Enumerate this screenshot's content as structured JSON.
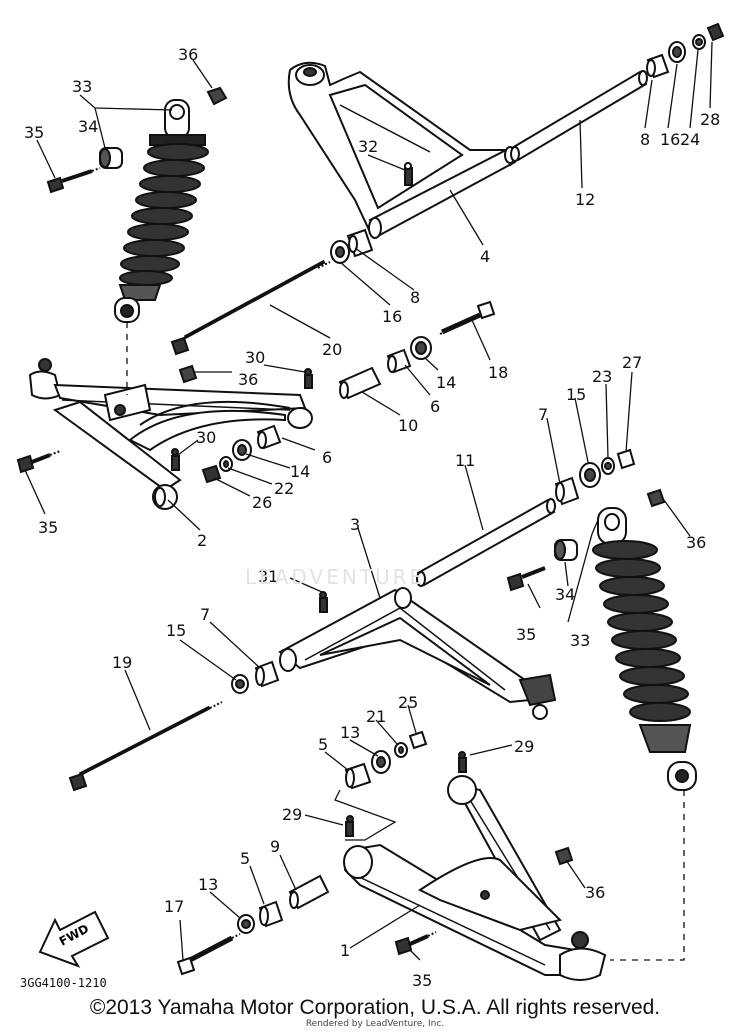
{
  "callouts": [
    {
      "id": "36",
      "label": "36"
    },
    {
      "id": "33a",
      "label": "33"
    },
    {
      "id": "35a",
      "label": "35"
    },
    {
      "id": "34a",
      "label": "34"
    },
    {
      "id": "8a",
      "label": "8"
    },
    {
      "id": "16a",
      "label": "16"
    },
    {
      "id": "24",
      "label": "24"
    },
    {
      "id": "28",
      "label": "28"
    },
    {
      "id": "32",
      "label": "32"
    },
    {
      "id": "12",
      "label": "12"
    },
    {
      "id": "4",
      "label": "4"
    },
    {
      "id": "8b",
      "label": "8"
    },
    {
      "id": "16b",
      "label": "16"
    },
    {
      "id": "20",
      "label": "20"
    },
    {
      "id": "18",
      "label": "18"
    },
    {
      "id": "30a",
      "label": "30"
    },
    {
      "id": "36b",
      "label": "36"
    },
    {
      "id": "14a",
      "label": "14"
    },
    {
      "id": "6a",
      "label": "6"
    },
    {
      "id": "10",
      "label": "10"
    },
    {
      "id": "30b",
      "label": "30"
    },
    {
      "id": "6b",
      "label": "6"
    },
    {
      "id": "14b",
      "label": "14"
    },
    {
      "id": "22",
      "label": "22"
    },
    {
      "id": "26",
      "label": "26"
    },
    {
      "id": "35b",
      "label": "35"
    },
    {
      "id": "2",
      "label": "2"
    },
    {
      "id": "27",
      "label": "27"
    },
    {
      "id": "23",
      "label": "23"
    },
    {
      "id": "15a",
      "label": "15"
    },
    {
      "id": "7a",
      "label": "7"
    },
    {
      "id": "11",
      "label": "11"
    },
    {
      "id": "36c",
      "label": "36"
    },
    {
      "id": "3",
      "label": "3"
    },
    {
      "id": "31",
      "label": "31"
    },
    {
      "id": "34b",
      "label": "34"
    },
    {
      "id": "35c",
      "label": "35"
    },
    {
      "id": "33b",
      "label": "33"
    },
    {
      "id": "15b",
      "label": "15"
    },
    {
      "id": "7b",
      "label": "7"
    },
    {
      "id": "19",
      "label": "19"
    },
    {
      "id": "25",
      "label": "25"
    },
    {
      "id": "21",
      "label": "21"
    },
    {
      "id": "13a",
      "label": "13"
    },
    {
      "id": "5a",
      "label": "5"
    },
    {
      "id": "29a",
      "label": "29"
    },
    {
      "id": "29b",
      "label": "29"
    },
    {
      "id": "9",
      "label": "9"
    },
    {
      "id": "5b",
      "label": "5"
    },
    {
      "id": "13b",
      "label": "13"
    },
    {
      "id": "17",
      "label": "17"
    },
    {
      "id": "36d",
      "label": "36"
    },
    {
      "id": "1",
      "label": "1"
    },
    {
      "id": "35d",
      "label": "35"
    }
  ],
  "fwd_label": "FWD",
  "part_code": "3GG4100-1210",
  "watermark": "LEADVENTURE",
  "copyright": "©2013 Yamaha Motor Corporation, U.S.A. All rights reserved.",
  "rendered_by": "Rendered by LeadVenture, Inc."
}
